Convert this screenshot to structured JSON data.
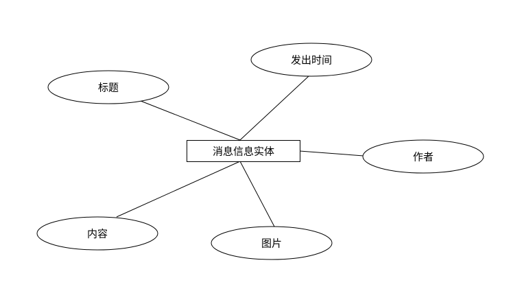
{
  "entity": {
    "label": "消息信息实体"
  },
  "attributes": [
    {
      "id": "title",
      "label": "标题"
    },
    {
      "id": "send-time",
      "label": "发出时间"
    },
    {
      "id": "author",
      "label": "作者"
    },
    {
      "id": "content",
      "label": "内容"
    },
    {
      "id": "image",
      "label": "图片"
    }
  ],
  "colors": {
    "stroke": "#000000",
    "fill": "#ffffff"
  }
}
